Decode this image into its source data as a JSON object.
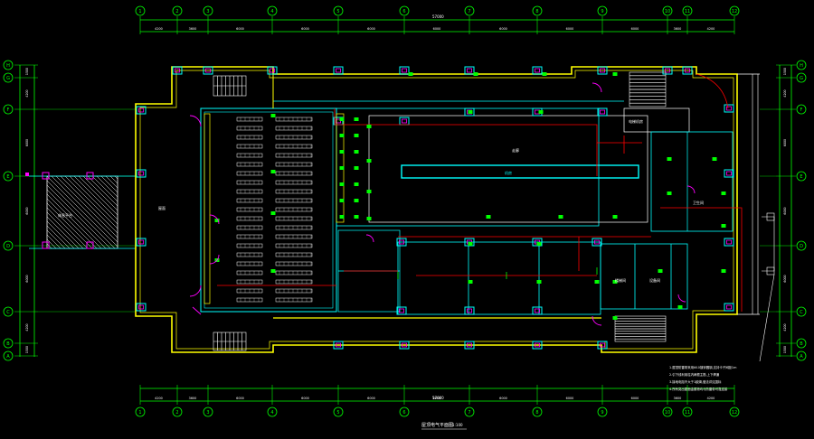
{
  "drawing": {
    "title": "屋顶电气平面图",
    "scale": "1:100",
    "top_total": "57000",
    "bottom_total": "57000",
    "grid_cols": [
      "1",
      "2",
      "3",
      "4",
      "5",
      "6",
      "7",
      "8",
      "9",
      "10",
      "11",
      "12"
    ],
    "grid_rows_left": [
      "H",
      "G",
      "F",
      "E",
      "D",
      "C",
      "B",
      "A"
    ],
    "grid_rows_right": [
      "H",
      "G",
      "F",
      "E",
      "D",
      "C",
      "B",
      "A"
    ],
    "top_dims": [
      "4200",
      "3600",
      "6000",
      "6000",
      "6000",
      "6000",
      "6000",
      "6000",
      "6000",
      "3600",
      "4200"
    ],
    "bottom_dims": [
      "4200",
      "3600",
      "6000",
      "6000",
      "6000",
      "6000",
      "6000",
      "6000",
      "6000",
      "3600",
      "4200"
    ],
    "left_dims": [
      "1500",
      "4200",
      "6000",
      "6000",
      "6000",
      "4200",
      "1500"
    ],
    "notes": [
      "1.屋顶防雷带采用Φ10镀锌圆钢,支持卡子间距1m",
      "2.引下线利用柱内两根主筋,上下焊通",
      "3.接地电阻不大于1欧姆,做法详见国标",
      "4.所有突出屋面金属物均与防雷带可靠连接"
    ],
    "room_labels": [
      "休息平台",
      "屋面",
      "走廊",
      "机房",
      "电梯机房",
      "卫生间",
      "楼梯间",
      "设备间"
    ]
  },
  "colors": {
    "background": "#000000",
    "wall": "#ffff00",
    "axis": "#00ff00",
    "frame": "#00ffff",
    "mark": "#ff00ff",
    "wire": "#ff0000",
    "text": "#ffffff",
    "stair": "#ffffff"
  }
}
